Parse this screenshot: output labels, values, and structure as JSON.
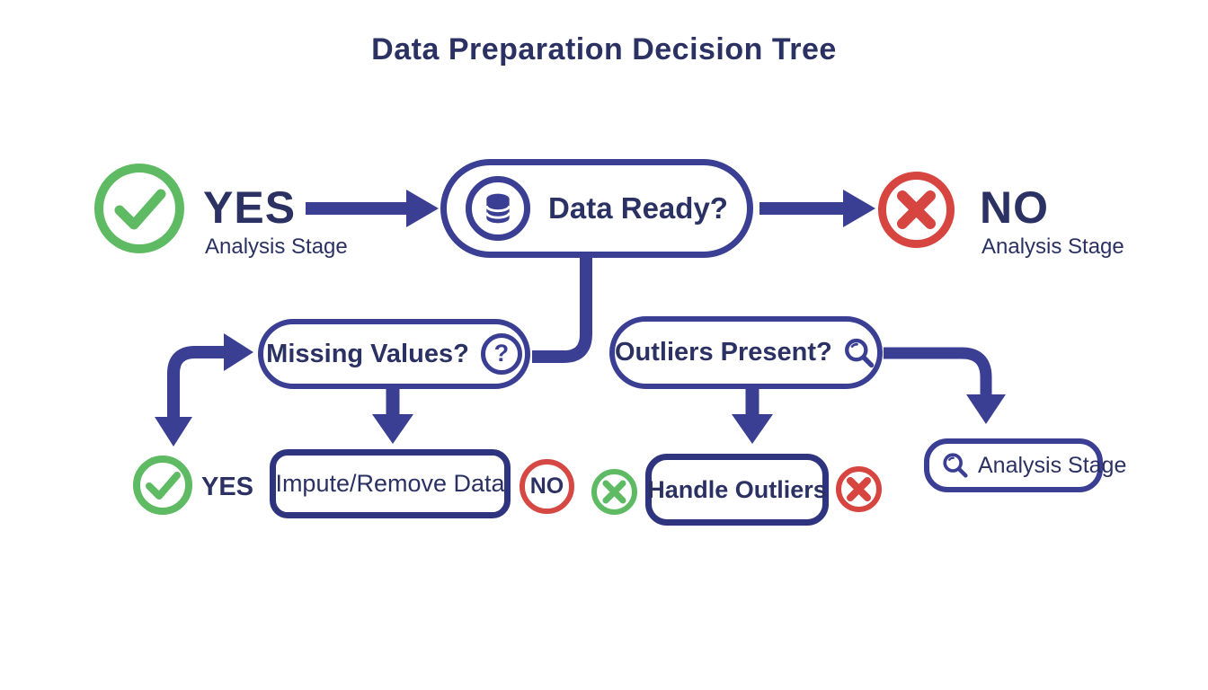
{
  "title": "Data Preparation Decision Tree",
  "colors": {
    "indigo": "#3B3F94",
    "navy": "#2B3163",
    "green": "#5FBB63",
    "red": "#D6453F"
  },
  "nodes": {
    "yes_branch": {
      "label": "YES",
      "sublabel": "Analysis Stage"
    },
    "no_branch": {
      "label": "NO",
      "sublabel": "Analysis Stage"
    },
    "data_ready": {
      "label": "Data Ready?",
      "icon": "database-icon"
    },
    "missing_values": {
      "label": "Missing Values?",
      "icon": "question-icon",
      "icon_glyph": "?"
    },
    "outliers": {
      "label": "Outliers Present?",
      "icon": "magnifier-icon"
    },
    "impute": {
      "label": "Impute/Remove Data"
    },
    "yes_leaf": {
      "label": "YES"
    },
    "no_leaf": {
      "label": "NO"
    },
    "handle_outliers": {
      "label": "Handle Outliers"
    },
    "analysis_stage_leaf": {
      "label": "Analysis Stage",
      "icon": "magnifier-icon"
    }
  }
}
